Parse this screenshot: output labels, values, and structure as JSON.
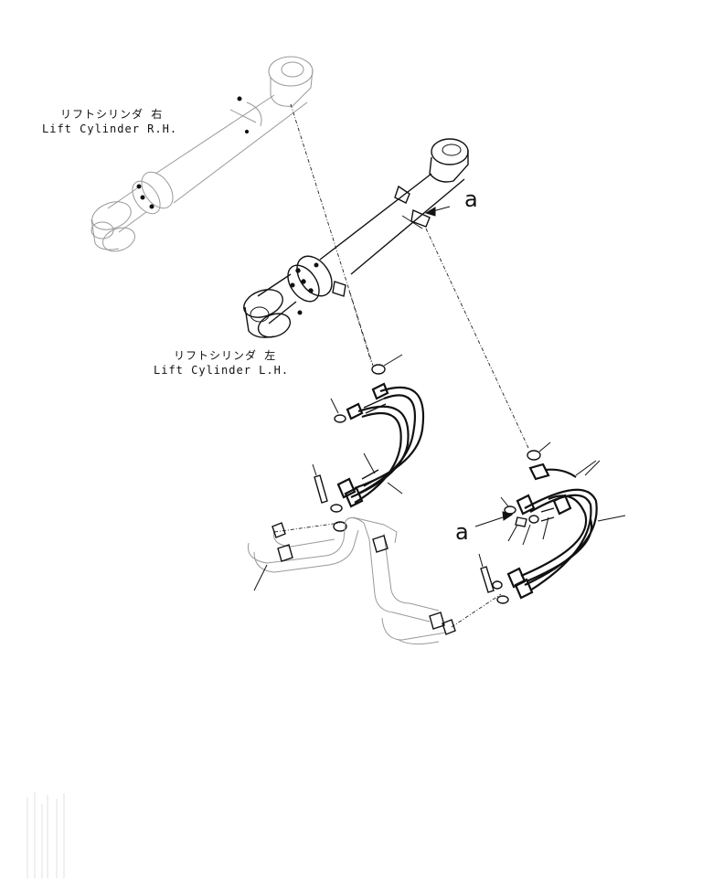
{
  "labels": {
    "rh_jp": "リフトシリンダ 右",
    "rh_en": "Lift Cylinder R.H.",
    "lh_jp": "リフトシリンダ 左",
    "lh_en": "Lift Cylinder L.H."
  },
  "refs": {
    "a_top": "a",
    "a_bottom": "a"
  }
}
